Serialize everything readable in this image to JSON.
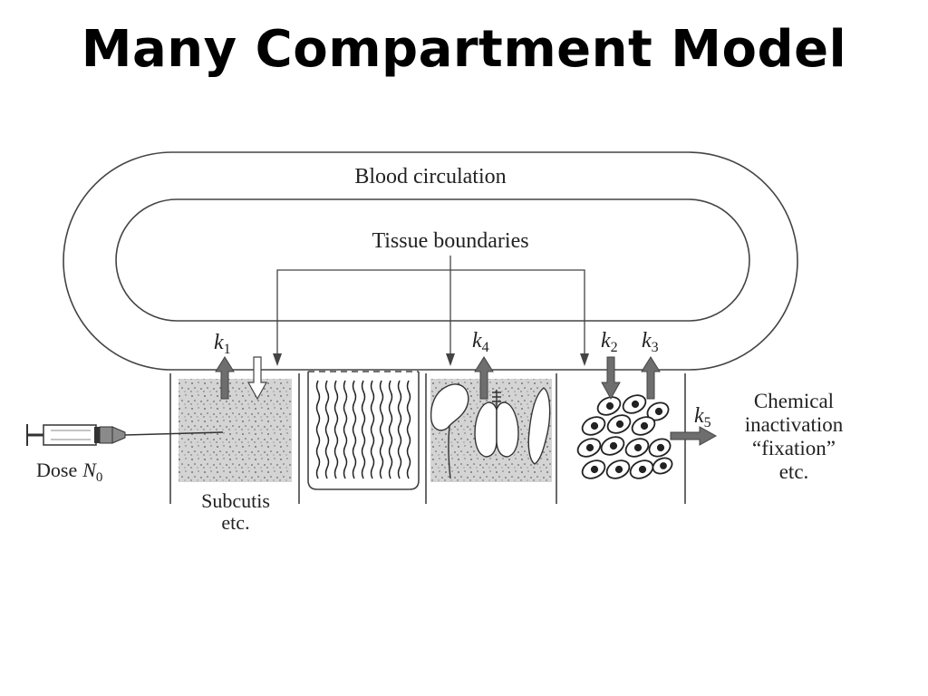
{
  "title": "Many Compartment Model",
  "labels": {
    "blood": "Blood circulation",
    "tissue": "Tissue boundaries",
    "dose": "Dose",
    "dose_symbol": "N",
    "dose_sub": "0",
    "subcutis_1": "Subcutis",
    "subcutis_2": "etc.",
    "chem_1": "Chemical",
    "chem_2": "inactivation",
    "chem_3": "“fixation”",
    "chem_4": "etc."
  },
  "rates": [
    {
      "id": "k1",
      "symbol": "k",
      "sub": "1"
    },
    {
      "id": "k4",
      "symbol": "k",
      "sub": "4"
    },
    {
      "id": "k2",
      "symbol": "k",
      "sub": "2"
    },
    {
      "id": "k3",
      "symbol": "k",
      "sub": "3"
    },
    {
      "id": "k5",
      "symbol": "k",
      "sub": "5"
    }
  ],
  "colors": {
    "line": "#444444",
    "arrow_fill": "#6e6e6e",
    "stipple_bg": "#d4d4d4"
  }
}
